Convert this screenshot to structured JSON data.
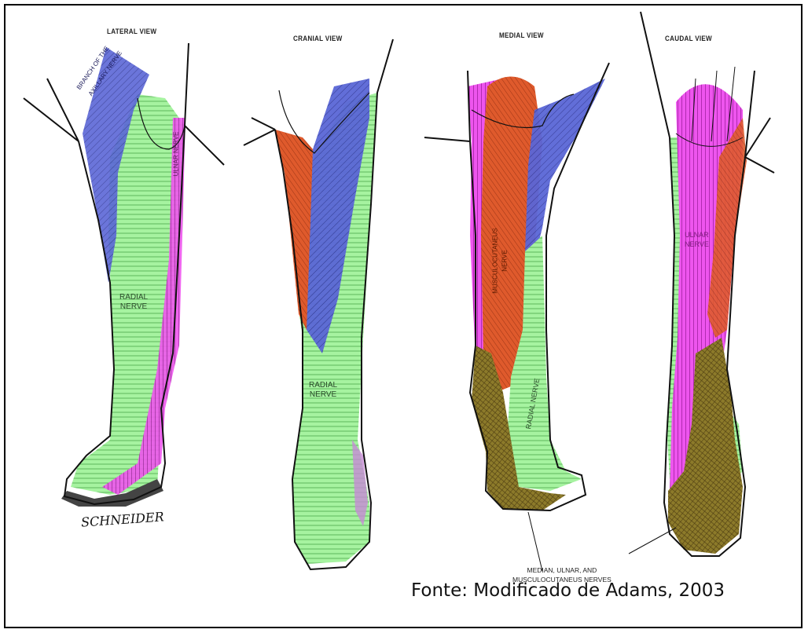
{
  "views": {
    "lateral": "LATERAL VIEW",
    "cranial": "CRANIAL VIEW",
    "medial": "MEDIAL VIEW",
    "caudal": "CAUDAL VIEW"
  },
  "labels": {
    "axillary_line1": "BRANCH OF THE",
    "axillary_line2": "AXILLARY NERVE",
    "ulnar": "ULNAR NERVE",
    "radial_lateral": "RADIAL\nNERVE",
    "radial_cranial": "RADIAL\nNERVE",
    "musculocutaneus": "MUSCULOCUTANEUS\nNERVE",
    "radial_medial": "RADIAL NERVE",
    "ulnar_caudal": "ULNAR\nNERVE",
    "combined": "MEDIAN, ULNAR, AND\nMUSCULOCUTANEUS NERVES"
  },
  "signature": "SCHNEIDER",
  "credit": "Fonte: Modificado de Adams, 2003",
  "colors": {
    "radial": "#9ef09a",
    "axillary": "#5a66d6",
    "ulnar": "#ee55ee",
    "musculocutaneus": "#e0572a",
    "combined": "#8c7a2a",
    "outline": "#111111"
  }
}
